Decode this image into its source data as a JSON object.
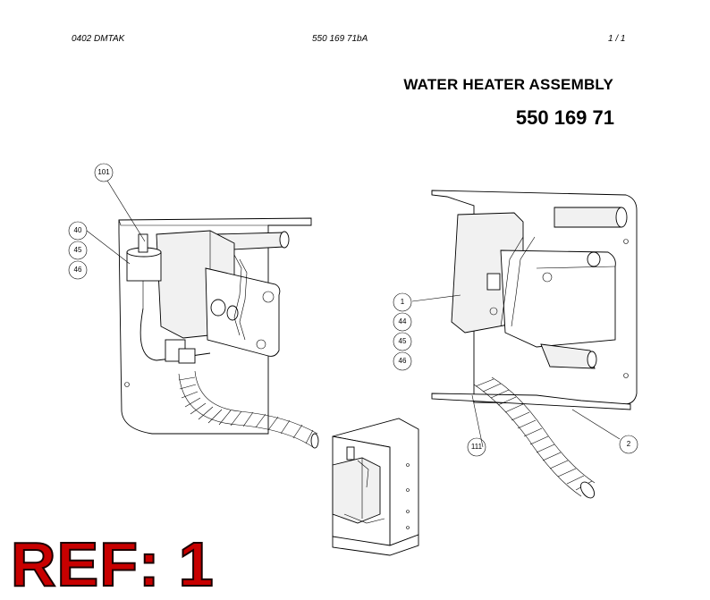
{
  "header": {
    "doc_code": "0402 DMTAK",
    "drawing_no": "550 169 71bA",
    "page": "1 /   1"
  },
  "title": "WATER HEATER ASSEMBLY",
  "part_number": "550 169 71",
  "callouts": {
    "c101": "101",
    "c40": "40",
    "c45a": "45",
    "c46a": "46",
    "c1": "1",
    "c44": "44",
    "c45b": "45",
    "c46b": "46",
    "c111": "111",
    "c2": "2"
  },
  "stamp": "REF: 1"
}
